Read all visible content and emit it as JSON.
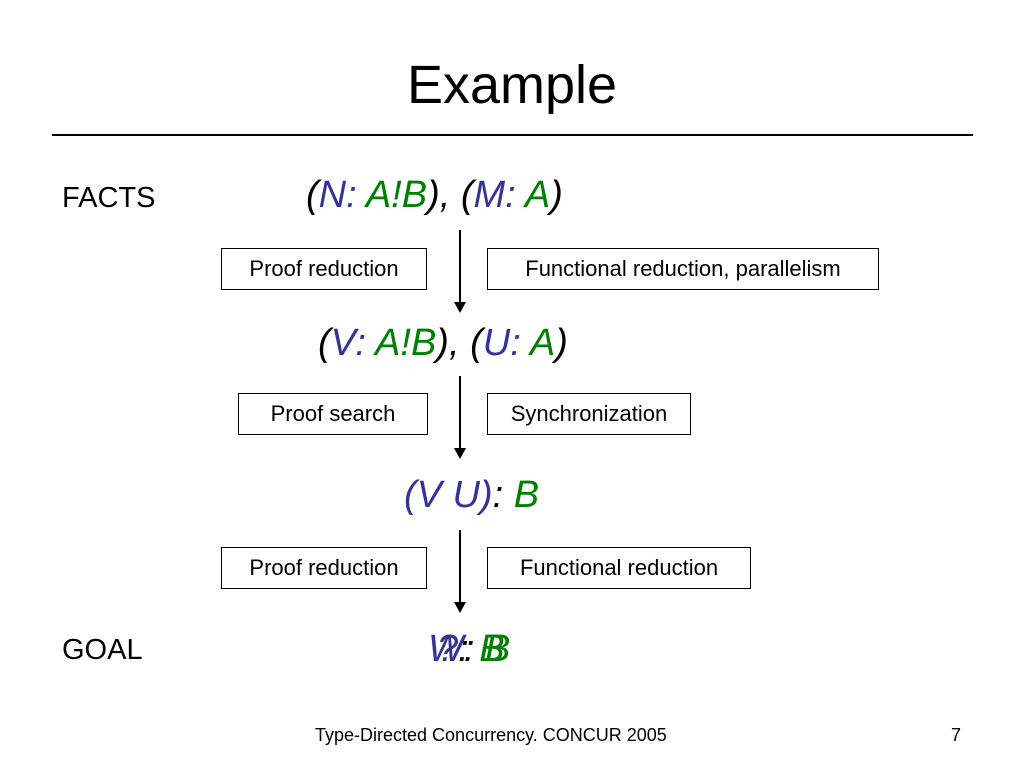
{
  "slide": {
    "title": "Example",
    "facts_label": "FACTS",
    "goal_label": "GOAL",
    "footer_text": "Type-Directed Concurrency. CONCUR 2005",
    "page_number": "7"
  },
  "formulas": {
    "facts": {
      "open1": "(",
      "term1": "N",
      "colon1": ":",
      "type1": "A!B",
      "mid": "), (",
      "term2": "M",
      "colon2": ":",
      "type2": "A",
      "close": ")"
    },
    "step2": {
      "open1": "(",
      "term1": "V",
      "colon1": ":",
      "type1": "A!B",
      "mid": "), (",
      "term2": "U",
      "colon2": ":",
      "type2": "A",
      "close": ")"
    },
    "step3": {
      "term": "(V U)",
      "colon": ":",
      "type": "B"
    },
    "goal": {
      "layer1_term": "W",
      "layer1_colon": ":",
      "layer1_type": "B",
      "layer2_term": "?",
      "layer2_colon": ":",
      "layer2_type": "B"
    }
  },
  "boxes": {
    "left1": "Proof reduction",
    "right1": "Functional reduction, parallelism",
    "left2": "Proof search",
    "right2": "Synchronization",
    "left3": "Proof reduction",
    "right3": "Functional reduction"
  },
  "colors": {
    "term": "#333399",
    "type": "#008000",
    "text": "#000000"
  }
}
